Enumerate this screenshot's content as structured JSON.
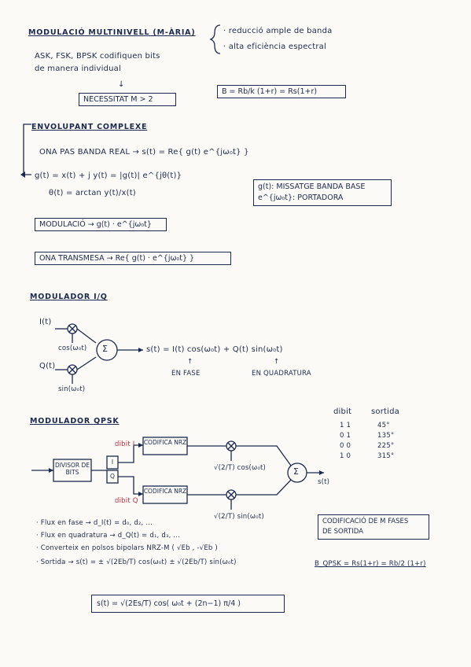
{
  "multinivell": {
    "title": "MODULACIÓ MULTINIVELL (M-ÀRIA)",
    "line1": "ASK, FSK, BPSK codifiquen bits",
    "line2": "de manera individual",
    "arrow": "↓",
    "necessity": "NECESSITAT   M > 2",
    "benefit1": "· reducció ample de banda",
    "benefit2": "· alta eficiència espectral",
    "bandwidth": "B = Rb/k (1+r) = Rs(1+r)"
  },
  "envolupant": {
    "title": "ENVOLUPANT COMPLEXE",
    "band": "ONA PAS BANDA REAL → s(t) = Re{ g(t) e^{jω₀t} }",
    "g": "g(t) = x(t) + j y(t) = |g(t)| e^{jθ(t)}",
    "theta": "θ(t) = arctan y(t)/x(t)",
    "legend1": "g(t): MISSATGE BANDA BASE",
    "legend2": "e^{jω₀t}: PORTADORA",
    "modulacio": "MODULACIÓ → g(t) · e^{jω₀t}",
    "transmesa": "ONA TRANSMESA → Re{ g(t) · e^{jω₀t} }"
  },
  "iq": {
    "title": "MODULADOR I/Q",
    "i": "I(t)",
    "q": "Q(t)",
    "cos": "cos(ω₀t)",
    "sin": "sin(ω₀t)",
    "sum": "Σ",
    "output": "s(t) = I(t) cos(ω₀t) + Q(t) sin(ω₀t)",
    "en_fase": "EN FASE",
    "en_quadratura": "EN QUADRATURA",
    "up1": "↑",
    "up2": "↑"
  },
  "qpsk": {
    "title": "MODULADOR QPSK",
    "table_head_dibit": "dibit",
    "table_head_sortida": "sortida",
    "table": [
      {
        "dibit": "1 1",
        "sortida": "45°"
      },
      {
        "dibit": "0 1",
        "sortida": "135°"
      },
      {
        "dibit": "0 0",
        "sortida": "225°"
      },
      {
        "dibit": "1 0",
        "sortida": "315°"
      }
    ],
    "divisor": "DIVISOR DE BITS",
    "i_label": "I",
    "q_label": "Q",
    "dibit1": "dibit I",
    "dibit2": "dibit Q",
    "codifica1": "CODIFICA NRZ",
    "codifica2": "CODIFICA NRZ",
    "osc_cos": "√(2/T) cos(ω₀t)",
    "osc_sin": "√(2/T) sin(ω₀t)",
    "sum": "Σ",
    "out": "s(t)",
    "b1": "· Flux en fase → d_I(t) = d₀, d₂, ...",
    "b2": "· Flux en quadratura → d_Q(t) = d₁, d₃, ...",
    "b3": "· Converteix en polsos bipolars NRZ-M ( √Eb , -√Eb )",
    "b4": "· Sortida → s(t) = ± √(2Eb/T) cos(ω₀t) ± √(2Eb/T) sin(ω₀t)",
    "codificacio1": "CODIFICACIÓ DE M FASES",
    "codificacio2": "DE SORTIDA",
    "bqpsk": "B_QPSK = Rs(1+r) = Rb/2 (1+r)",
    "final": "s(t) = √(2Es/T) cos( ω₀t + (2n−1) π/4 )"
  }
}
